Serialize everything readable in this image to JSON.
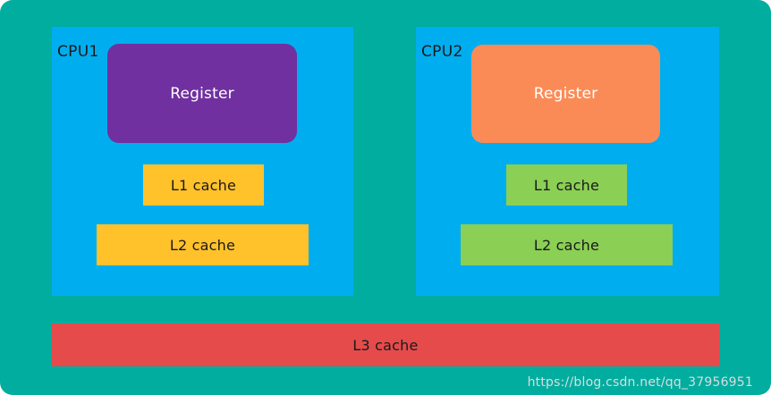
{
  "diagram": {
    "background_color": "#00ad9f",
    "cpus": [
      {
        "label": "CPU1",
        "block_color": "#00aeef",
        "register": {
          "label": "Register",
          "color": "#7030a0",
          "text_color": "#ffffff"
        },
        "caches": [
          {
            "label": "L1 cache",
            "color": "#ffc22b"
          },
          {
            "label": "L2 cache",
            "color": "#ffc22b"
          }
        ]
      },
      {
        "label": "CPU2",
        "block_color": "#00aeef",
        "register": {
          "label": "Register",
          "color": "#fb8b56",
          "text_color": "#ffffff"
        },
        "caches": [
          {
            "label": "L1 cache",
            "color": "#8bcf55"
          },
          {
            "label": "L2 cache",
            "color": "#8bcf55"
          }
        ]
      }
    ],
    "shared": {
      "l3": {
        "label": "L3 cache",
        "color": "#e54b4b"
      }
    },
    "watermark": "https://blog.csdn.net/qq_37956951"
  }
}
